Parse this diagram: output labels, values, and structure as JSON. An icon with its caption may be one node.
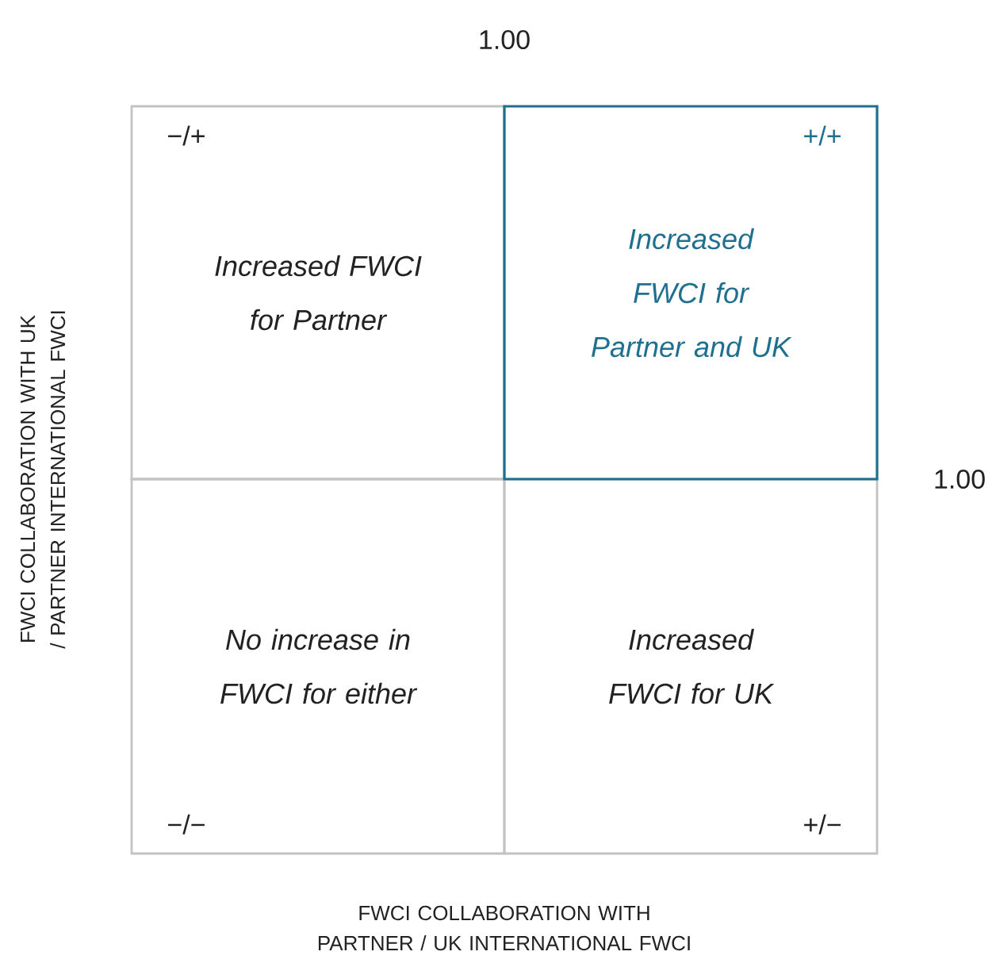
{
  "diagram": {
    "nodes": [
      {
        "text": [
          "−/+",
          "Increased FWCI for Partner"
        ]
      },
      {
        "text": [
          "+/+",
          "Increased FWCI for Partner and UK"
        ]
      },
      {
        "text": [
          "−/−",
          "No increase in FWCI for either"
        ]
      },
      {
        "text": [
          "+/−",
          "Increased FWCI for UK"
        ]
      }
    ],
    "labels": [
      "1.00",
      "1.00",
      "FWCI COLLABORATION WITH UK / PARTNER INTERNATIONAL FWCI",
      "FWCI COLLABORATION WITH PARTNER / UK INTERNATIONAL FWCI"
    ]
  }
}
